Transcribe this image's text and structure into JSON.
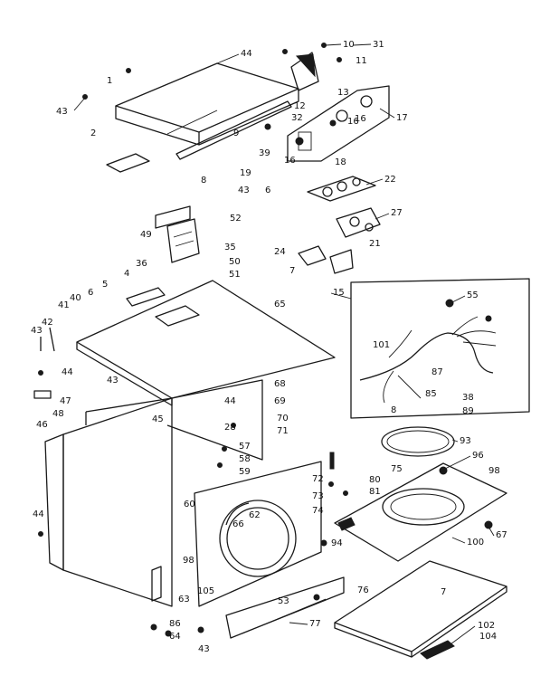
{
  "callouts": [
    {
      "text": "10"
    },
    {
      "text": "31"
    },
    {
      "text": "11"
    },
    {
      "text": "44"
    },
    {
      "text": "1"
    },
    {
      "text": "43"
    },
    {
      "text": "2"
    },
    {
      "text": "9"
    },
    {
      "text": "39"
    },
    {
      "text": "12"
    },
    {
      "text": "32"
    },
    {
      "text": "13"
    },
    {
      "text": "16"
    },
    {
      "text": "16"
    },
    {
      "text": "16"
    },
    {
      "text": "17"
    },
    {
      "text": "18"
    },
    {
      "text": "8"
    },
    {
      "text": "19"
    },
    {
      "text": "43"
    },
    {
      "text": "6"
    },
    {
      "text": "52"
    },
    {
      "text": "22"
    },
    {
      "text": "27"
    },
    {
      "text": "21"
    },
    {
      "text": "49"
    },
    {
      "text": "35"
    },
    {
      "text": "50"
    },
    {
      "text": "51"
    },
    {
      "text": "36"
    },
    {
      "text": "24"
    },
    {
      "text": "7"
    },
    {
      "text": "15"
    },
    {
      "text": "55"
    },
    {
      "text": "4"
    },
    {
      "text": "5"
    },
    {
      "text": "6"
    },
    {
      "text": "40"
    },
    {
      "text": "41"
    },
    {
      "text": "42"
    },
    {
      "text": "43"
    },
    {
      "text": "65"
    },
    {
      "text": "101"
    },
    {
      "text": "87"
    },
    {
      "text": "85"
    },
    {
      "text": "38"
    },
    {
      "text": "89"
    },
    {
      "text": "8"
    },
    {
      "text": "44"
    },
    {
      "text": "43"
    },
    {
      "text": "68"
    },
    {
      "text": "69"
    },
    {
      "text": "70"
    },
    {
      "text": "71"
    },
    {
      "text": "44"
    },
    {
      "text": "28"
    },
    {
      "text": "47"
    },
    {
      "text": "48"
    },
    {
      "text": "46"
    },
    {
      "text": "45"
    },
    {
      "text": "57"
    },
    {
      "text": "58"
    },
    {
      "text": "59"
    },
    {
      "text": "93"
    },
    {
      "text": "75"
    },
    {
      "text": "96"
    },
    {
      "text": "98"
    },
    {
      "text": "72"
    },
    {
      "text": "73"
    },
    {
      "text": "74"
    },
    {
      "text": "80"
    },
    {
      "text": "81"
    },
    {
      "text": "60"
    },
    {
      "text": "66"
    },
    {
      "text": "62"
    },
    {
      "text": "44"
    },
    {
      "text": "94"
    },
    {
      "text": "67"
    },
    {
      "text": "100"
    },
    {
      "text": "98"
    },
    {
      "text": "105"
    },
    {
      "text": "63"
    },
    {
      "text": "53"
    },
    {
      "text": "76"
    },
    {
      "text": "7"
    },
    {
      "text": "77"
    },
    {
      "text": "86"
    },
    {
      "text": "64"
    },
    {
      "text": "43"
    },
    {
      "text": "102"
    },
    {
      "text": "104"
    }
  ]
}
